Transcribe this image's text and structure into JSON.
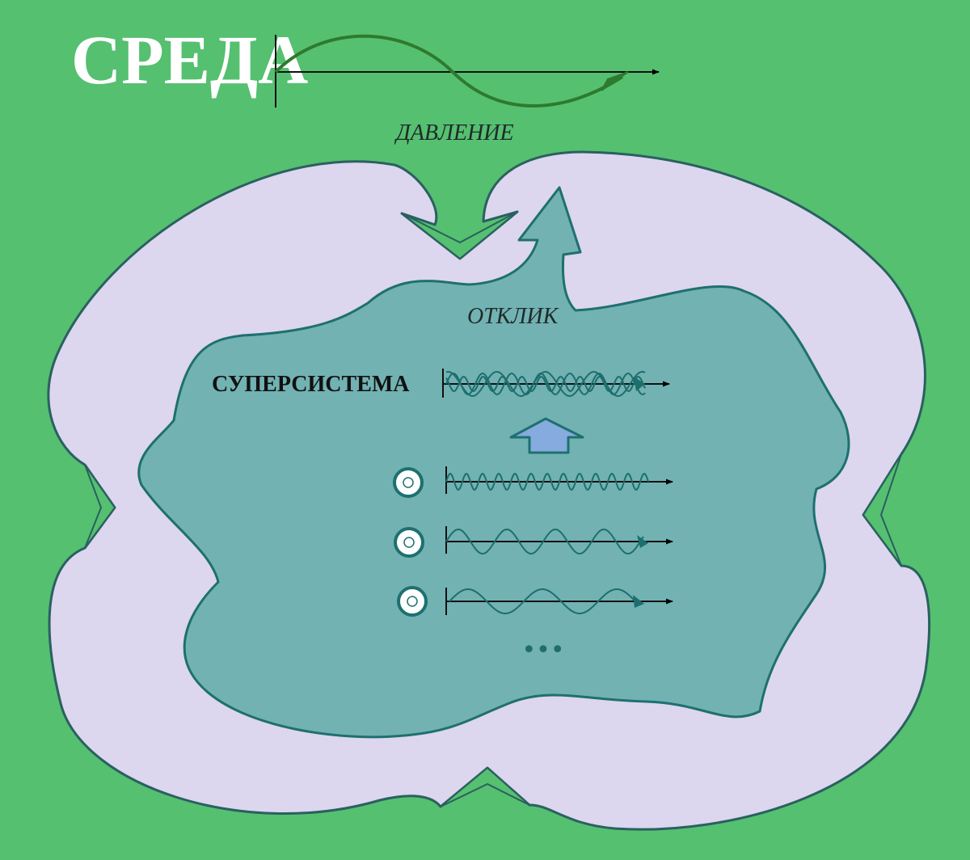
{
  "environment": {
    "title": "СРЕДА"
  },
  "pressure": {
    "label": "ДАВЛЕНИЕ"
  },
  "response": {
    "label": "ОТКЛИК"
  },
  "supersystem": {
    "label": "СУПЕРСИСТЕМА"
  },
  "subsystems": {
    "count_shown": 3,
    "more": "•••"
  },
  "colors": {
    "background": "#55c070",
    "outer_region": "#dcd6ee",
    "outer_stroke": "#2a6060",
    "inner_region": "#72b2b3",
    "inner_stroke": "#1e7070",
    "pressure_arrow": "#55c070",
    "upgrade_arrow": "#86abde",
    "pressure_wave": "#2e7a2e",
    "system_wave": "#1e6e6e"
  }
}
